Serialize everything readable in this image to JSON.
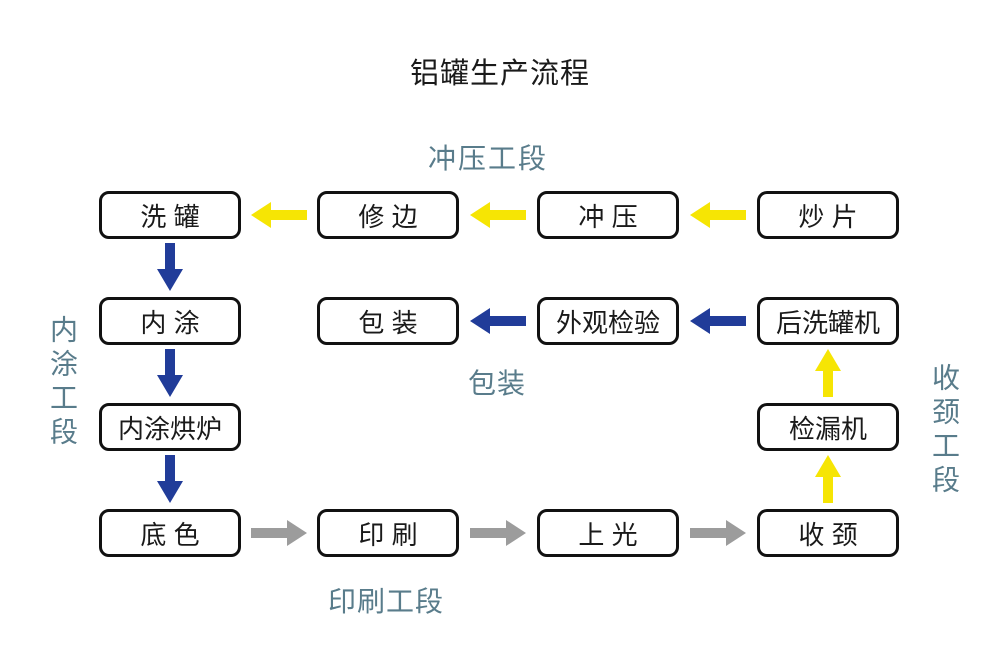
{
  "title": "铝罐生产流程",
  "sections": {
    "stamping": "冲压工段",
    "inner_coating": "内涂工段",
    "necking": "收颈工段",
    "printing": "印刷工段",
    "packaging": "包装"
  },
  "nodes": {
    "wash_can": "洗 罐",
    "trim": "修 边",
    "stamp": "冲 压",
    "sheet_fry": "炒 片",
    "inner_coat": "内 涂",
    "pack": "包 装",
    "inspect": "外观检验",
    "post_wash": "后洗罐机",
    "coat_oven": "内涂烘炉",
    "leak_tester": "检漏机",
    "base_coat": "底 色",
    "print": "印 刷",
    "varnish": "上 光",
    "neck": "收 颈"
  },
  "colors": {
    "arrow_yellow": "#F6E504",
    "arrow_navy": "#213C99",
    "arrow_gray": "#9C9C9C",
    "section_label": "#597C8B",
    "box_border": "#111111",
    "text": "#1A1A1A",
    "background": "#FFFFFF"
  }
}
